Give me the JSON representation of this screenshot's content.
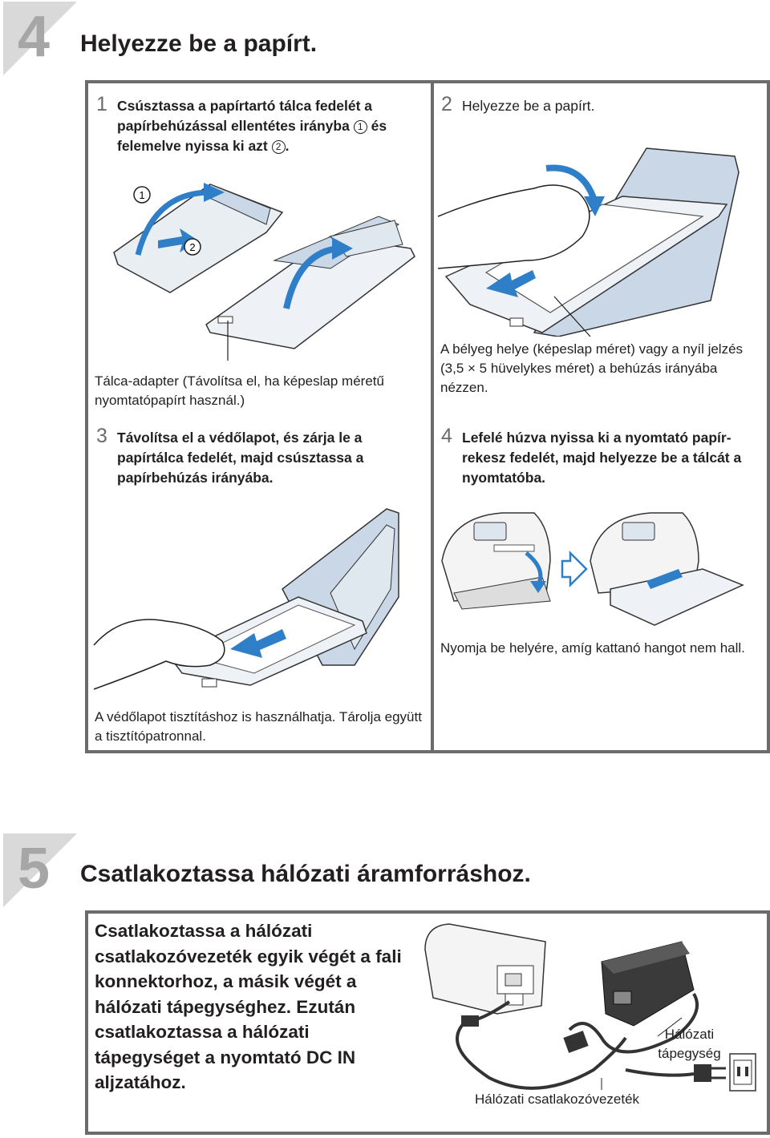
{
  "step4": {
    "number": "4",
    "title": "Helyezze be a papírt.",
    "sub1": {
      "number": "1",
      "text_a": "Csúsztassa a papírtartó tálca fedelét a papírbehúzással ellentétes irányba",
      "mark1": "1",
      "text_b": "és felemelve nyissa ki azt",
      "mark2": "2",
      "text_c": "."
    },
    "illus1_marks": [
      "1",
      "2"
    ],
    "adapter_note": "Tálca-adapter (Távolítsa el, ha képeslap méretű nyomtatópapírt használ.)",
    "sub2": {
      "number": "2",
      "text": "Helyezze be a papírt."
    },
    "stamp_note": "A bélyeg helye (képeslap méret) vagy a nyíl jelzés (3,5 × 5 hüvelykes méret) a behúzás irányába nézzen.",
    "sub3": {
      "number": "3",
      "text": "Távolítsa el a védőlapot, és zárja le a papírtálca fedelét, majd csúsztassa a papírbehúzás irányába."
    },
    "sub4": {
      "number": "4",
      "text": "Lefelé húzva nyissa ki a nyomtató papír-rekesz fedelét, majd helyezze be a tálcát a nyomtatóba."
    },
    "click_note": "Nyomja be helyére, amíg kattanó hangot nem hall.",
    "cleaning_note": "A védőlapot tisztításhoz is használhatja. Tárolja együtt a tisztítópatronnal."
  },
  "step5": {
    "number": "5",
    "title": "Csatlakoztassa hálózati áramforráshoz.",
    "instruction": "Csatlakoztassa a hálózati csatlakozóvezeték egyik végét a fali konnektorhoz, a másik végét a hálózati tápegységhez. Ezután csatlakoztassa a hálózati tápegységet a nyomtató DC IN aljzatához.",
    "label_adapter": "Hálózati tápegység",
    "label_cord": "Hálózati csatlakozóvezeték"
  },
  "colors": {
    "frame": "#6b6b6b",
    "badge": "#d9d9d9",
    "number": "#a6a6a6",
    "arrow_blue": "#2f7fc8",
    "tray_blue": "#c9d7e6"
  }
}
